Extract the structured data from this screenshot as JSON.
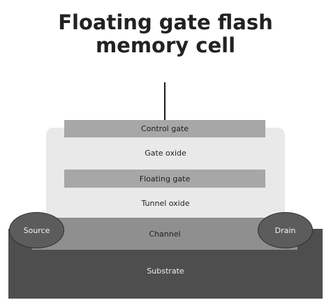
{
  "title": {
    "line1": "Floating gate flash",
    "line2": "memory cell"
  },
  "layers": {
    "control_gate": "Control gate",
    "gate_oxide": "Gate oxide",
    "floating_gate": "Floating gate",
    "tunnel_oxide": "Tunnel oxide",
    "channel": "Channel",
    "substrate": "Substrate"
  },
  "regions": {
    "source": "Source",
    "drain": "Drain"
  },
  "colors": {
    "oxide": "#e9e9e9",
    "gate": "#a7a7a7",
    "channel": "#8f8f8f",
    "substrate": "#4e4e4e",
    "source_drain": "#5c5c5c"
  }
}
